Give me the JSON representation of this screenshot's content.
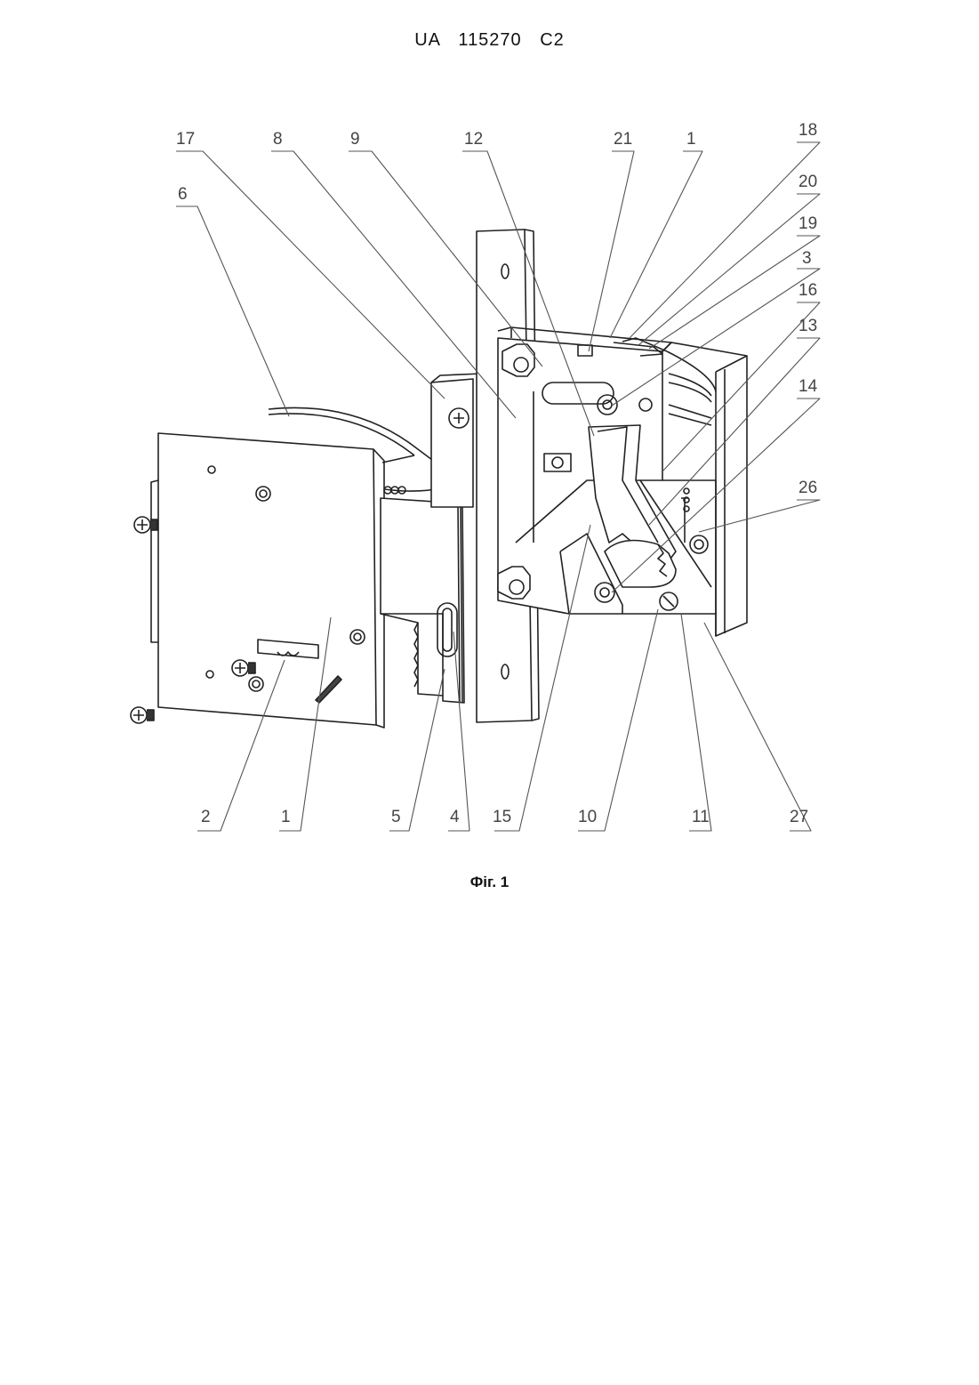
{
  "header": {
    "publication_number": "UA   115270   C2"
  },
  "figure": {
    "caption": "Фіг. 1",
    "callouts": [
      {
        "id": "c17",
        "label": "17"
      },
      {
        "id": "c8",
        "label": "8"
      },
      {
        "id": "c9",
        "label": "9"
      },
      {
        "id": "c12",
        "label": "12"
      },
      {
        "id": "c21",
        "label": "21"
      },
      {
        "id": "c1top",
        "label": "1"
      },
      {
        "id": "c18",
        "label": "18"
      },
      {
        "id": "c20",
        "label": "20"
      },
      {
        "id": "c19",
        "label": "19"
      },
      {
        "id": "c3",
        "label": "3"
      },
      {
        "id": "c16",
        "label": "16"
      },
      {
        "id": "c13",
        "label": "13"
      },
      {
        "id": "c14",
        "label": "14"
      },
      {
        "id": "c6",
        "label": "6"
      },
      {
        "id": "c26",
        "label": "26"
      },
      {
        "id": "c2",
        "label": "2"
      },
      {
        "id": "c1bot",
        "label": "1"
      },
      {
        "id": "c5",
        "label": "5"
      },
      {
        "id": "c4",
        "label": "4"
      },
      {
        "id": "c15",
        "label": "15"
      },
      {
        "id": "c10",
        "label": "10"
      },
      {
        "id": "c11",
        "label": "11"
      },
      {
        "id": "c27",
        "label": "27"
      }
    ]
  }
}
